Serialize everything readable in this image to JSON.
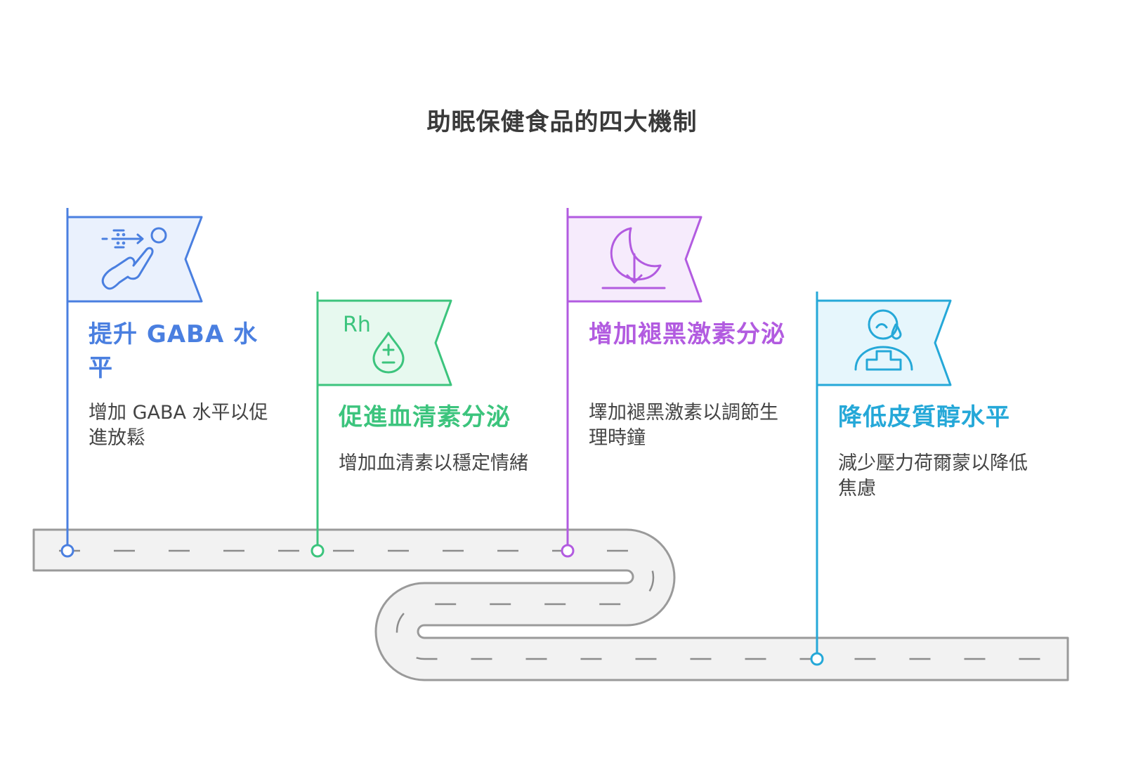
{
  "title": "助眠保健食品的四大機制",
  "colors": {
    "blue": "#4a7fe0",
    "green": "#3cc47d",
    "purple": "#b25be0",
    "cyan": "#25a8d8",
    "road": "#f2f2f2",
    "road_edge": "#9a9a9a"
  },
  "milestones": [
    {
      "heading": "提升 GABA 水平",
      "description": "增加 GABA 水平以促進放鬆",
      "icon": "airflow-recline-icon",
      "color": "blue"
    },
    {
      "heading": "促進血清素分泌",
      "description": "增加血清素以穩定情緒",
      "icon": "rh-drop-icon",
      "icon_text": "Rh",
      "color": "green"
    },
    {
      "heading": "增加褪黑激素分泌",
      "description": "墿加褪黑激素以調節生理時鐘",
      "icon": "moon-down-icon",
      "color": "purple"
    },
    {
      "heading": "降低皮質醇水平",
      "description": "減少壓力荷爾蒙以降低焦慮",
      "icon": "stressed-person-icon",
      "color": "cyan"
    }
  ]
}
